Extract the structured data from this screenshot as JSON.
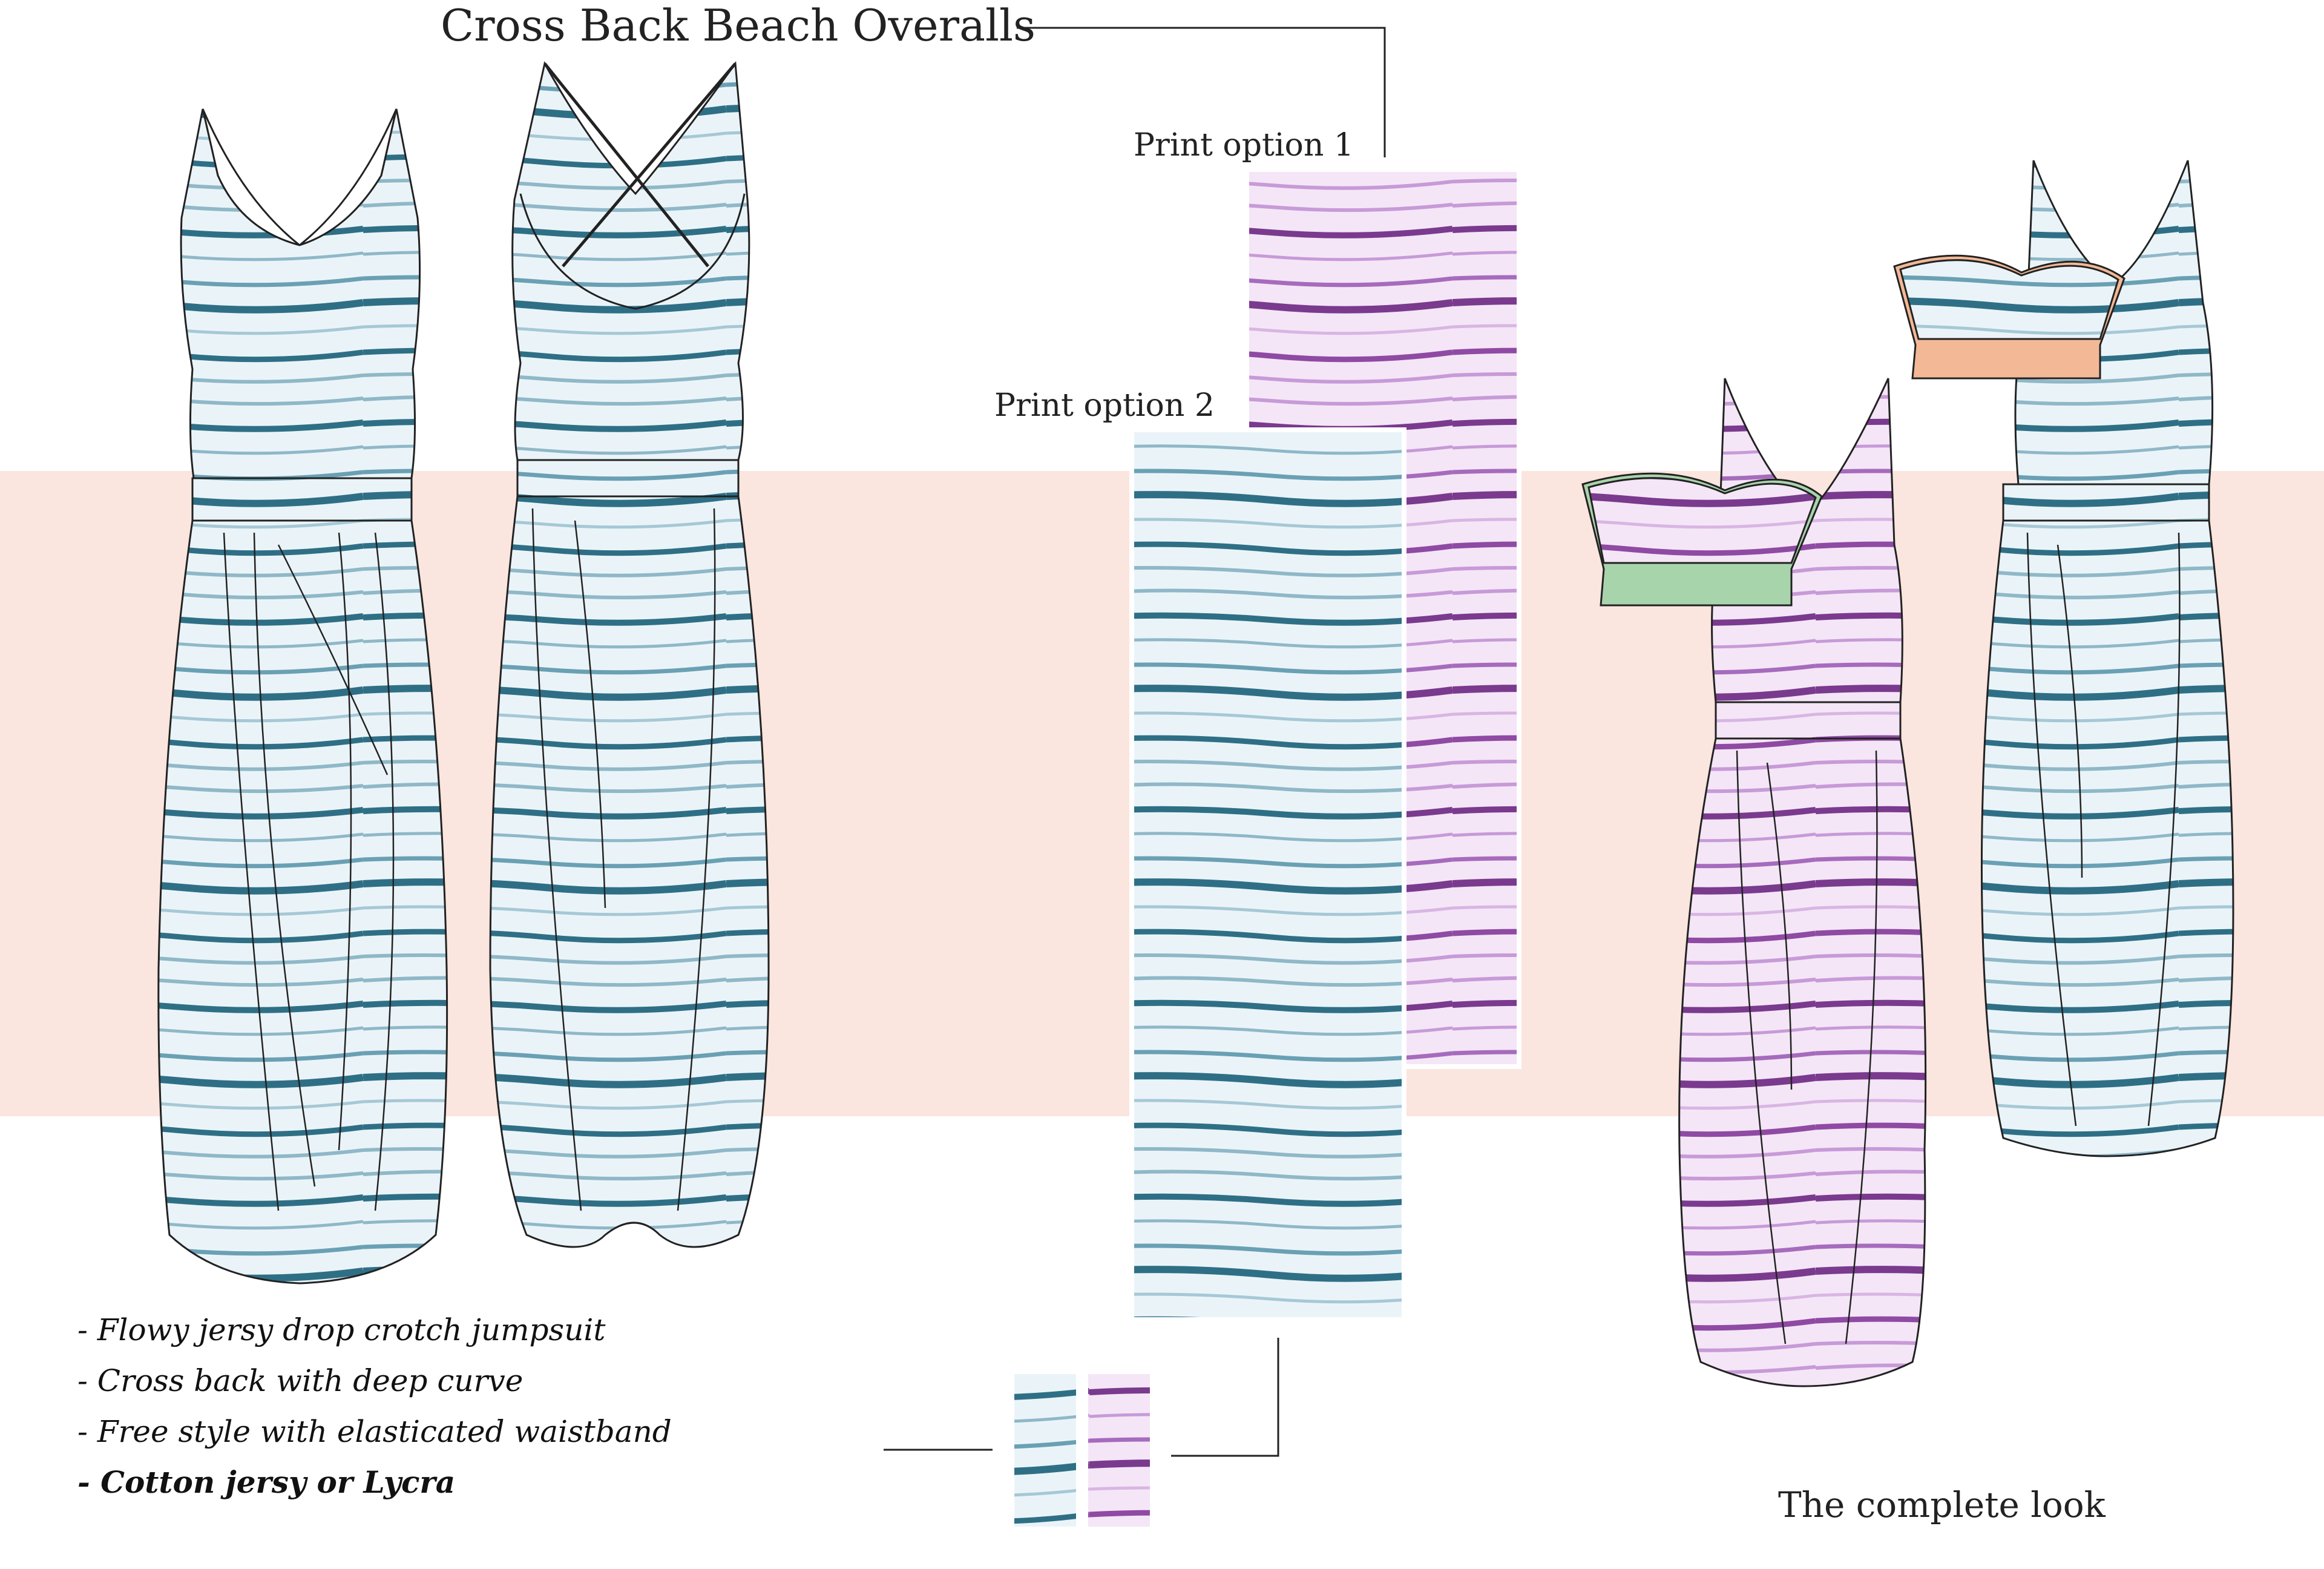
{
  "title": "Cross Back Beach Overalls",
  "prints": {
    "option1_label": "Print option 1",
    "option2_label": "Print option 2"
  },
  "notes": [
    "- Flowy jersy drop crotch jumpsuit",
    "- Cross back with deep curve",
    "- Free style with elasticated waistband",
    "- Cotton jersy or  Lycra"
  ],
  "caption": "The complete look",
  "colors": {
    "background_band": "#fbe5df",
    "blue_stripe": "#2f6f86",
    "blue_light": "#8fb8c8",
    "blue_ground": "#eaf4f8",
    "purple_stripe": "#7a3a8e",
    "purple_light": "#c79ad8",
    "purple_ground": "#f4e6f6",
    "bra_green": "#a8d4ac",
    "bra_peach": "#f3b896"
  },
  "icons": [
    "technical-flat-sketch-front",
    "technical-flat-sketch-back",
    "print-swatch-blue",
    "print-swatch-purple",
    "bandeau-top-green",
    "bandeau-top-peach"
  ]
}
